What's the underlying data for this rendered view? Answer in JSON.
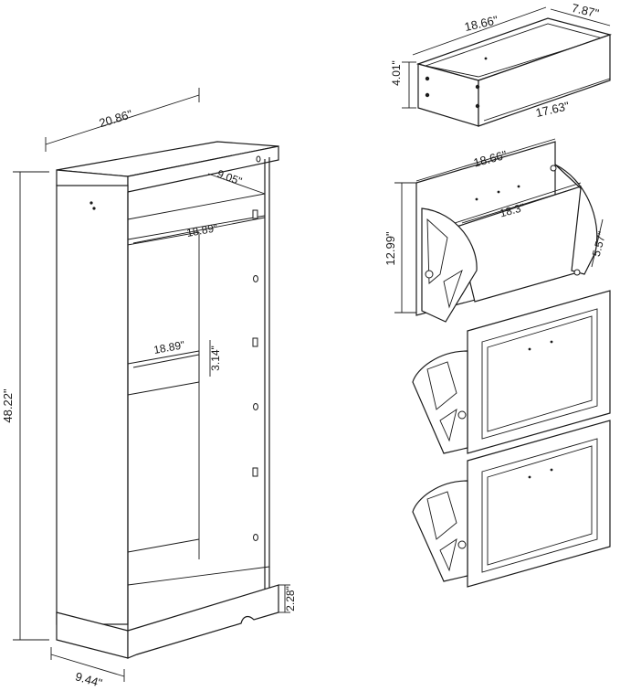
{
  "dimensions": {
    "cabinet_width": "20.86\"",
    "cabinet_height": "48.22\"",
    "cabinet_depth": "9.44\"",
    "top_inner_depth": "9.05\"",
    "shelf_width_top": "18.89\"",
    "shelf_width_mid": "18.89\"",
    "shelf_height": "3.14\"",
    "base_height": "2.28\"",
    "drawer_width": "18.66\"",
    "drawer_depth": "7.87\"",
    "drawer_height": "4.01\"",
    "drawer_inner_width": "17.63\"",
    "flip_width": "18.66\"",
    "flip_inner_width": "18.3\"",
    "flip_height": "12.99\"",
    "flip_depth": "5.57\""
  }
}
